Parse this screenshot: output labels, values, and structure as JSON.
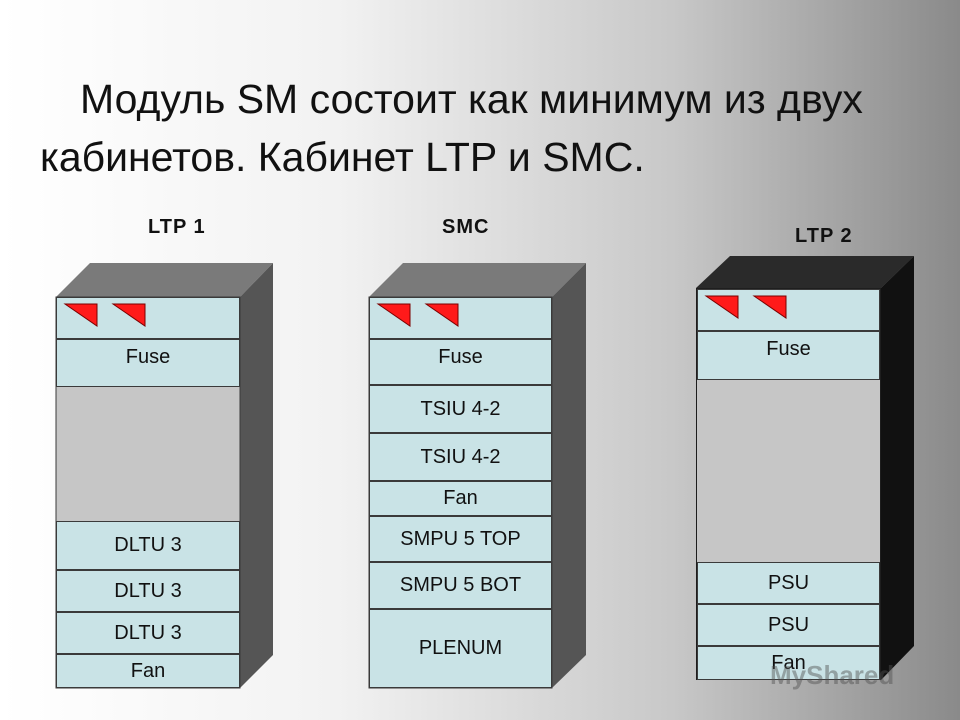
{
  "title": {
    "line1": "Модуль SM состоит как минимум из двух",
    "line2": "кабинетов. Кабинет LTP и SMC."
  },
  "cabinets": {
    "ltp1": {
      "label": "LTP 1",
      "fuse": "Fuse",
      "dltu_a": "DLTU 3",
      "dltu_b": "DLTU 3",
      "dltu_c": "DLTU 3",
      "fan": "Fan"
    },
    "smc": {
      "label": "SMC",
      "fuse": "Fuse",
      "tsiu_a": "TSIU 4-2",
      "tsiu_b": "TSIU 4-2",
      "fan": "Fan",
      "smpu_top": "SMPU 5 TOP",
      "smpu_bot": "SMPU 5 BOT",
      "plenum": "PLENUM"
    },
    "ltp2": {
      "label": "LTP 2",
      "fuse": "Fuse",
      "psu_a": "PSU",
      "psu_b": "PSU",
      "fan": "Fan"
    }
  },
  "watermark": "MyShared",
  "colors": {
    "slot_fill": "#c9e3e6",
    "led_red": "#ff1a1a",
    "cabinet_side": "#555555",
    "cabinet_top": "#7a7a7a",
    "ltp2_body": "#1e1e1e"
  }
}
